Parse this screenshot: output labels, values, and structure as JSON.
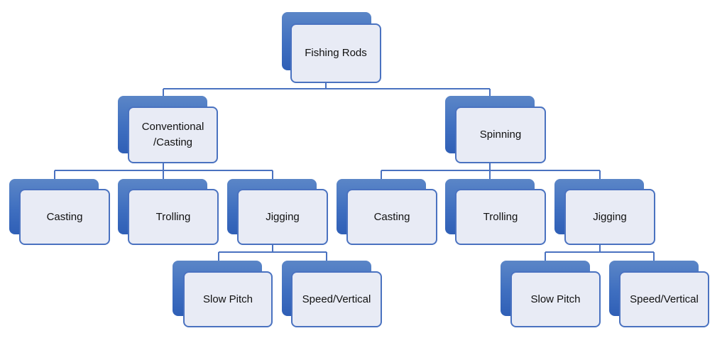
{
  "diagram": {
    "root": {
      "label": "Fishing Rods"
    },
    "conventional": {
      "label": "Conventional\n/Casting",
      "children": {
        "casting": "Casting",
        "trolling": "Trolling",
        "jigging": "Jigging",
        "jigging_children": {
          "slow_pitch": "Slow  Pitch",
          "speed_vertical": "Speed/Vertical"
        }
      }
    },
    "spinning": {
      "label": "Spinning",
      "children": {
        "casting": "Casting",
        "trolling": "Trolling",
        "jigging": "Jigging",
        "jigging_children": {
          "slow_pitch": "Slow  Pitch",
          "speed_vertical": "Speed/Vertical"
        }
      }
    }
  },
  "colors": {
    "node_back": "#3f6fc0",
    "node_front_fill": "#e8ebf5",
    "node_border": "#4a72c0",
    "connector": "#4a72c0",
    "text": "#111111"
  }
}
